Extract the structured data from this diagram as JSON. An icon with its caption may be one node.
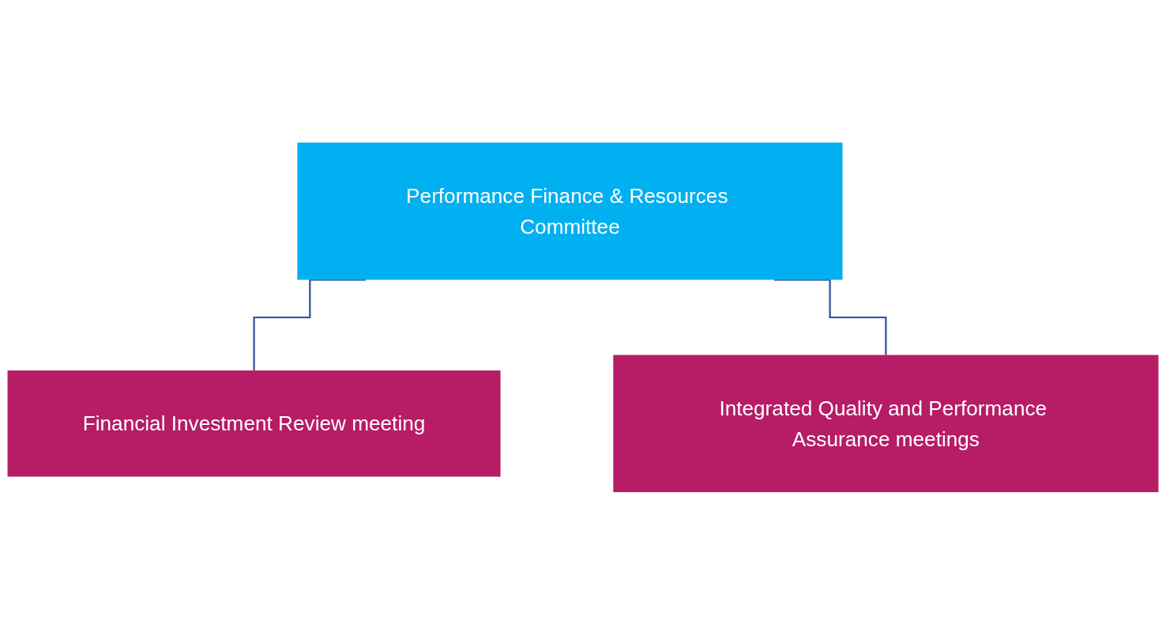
{
  "diagram": {
    "nodes": [
      {
        "text": [
          "Performance Finance & Resources Committee"
        ]
      },
      {
        "text": [
          "Financial Investment Review meeting"
        ]
      },
      {
        "text": [
          "Integrated Quality and Performance Assurance meetings"
        ]
      }
    ],
    "edges": [
      {
        "from": 0,
        "to": 1,
        "arrow": "none"
      },
      {
        "from": 0,
        "to": 2,
        "arrow": "none"
      }
    ]
  }
}
